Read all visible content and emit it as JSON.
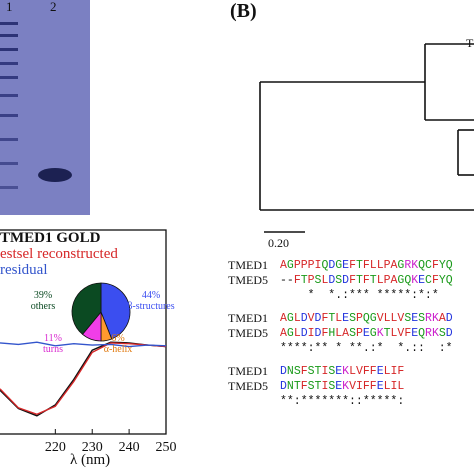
{
  "panelA": {
    "lane_labels": [
      "1",
      "2"
    ]
  },
  "panelB": {
    "label": "(B)",
    "tree_leaf_label": "T",
    "scale_label": "0.20",
    "alignment": [
      {
        "names": [
          "TMED1",
          "TMED5"
        ],
        "rows": [
          "AGPPPIQDGEFTFLLPAGRKQCFYQ",
          "--FTPSLDSDFTFTLPAGQKECFYQ"
        ],
        "conservation": "    *  *.:*** *****:*:*"
      },
      {
        "names": [
          "TMED1",
          "TMED5"
        ],
        "rows": [
          "AGLDVDFTLESPQGVLLVSESRKAD",
          "AGLDIDFHLASPEGKTLVFEQRKSD"
        ],
        "conservation": "****:** * **.:*  *.::  :*"
      },
      {
        "names": [
          "TMED1",
          "TMED5"
        ],
        "rows": [
          "DNSFSTISEKLVFFELIF",
          "DNTFSTISEKVIFFELIL"
        ],
        "conservation": "**:*******::*****:"
      }
    ]
  },
  "panelC": {
    "legend": [
      "TMED1 GOLD",
      "estsel reconstructed",
      "residual"
    ],
    "legend_colors": [
      "#111111",
      "#d62728",
      "#3355cc"
    ],
    "x_axis_label": "λ (nm)",
    "pie": [
      {
        "label": "β-structures",
        "percent": "44%",
        "value": 44,
        "color": "#3b4ef0"
      },
      {
        "label": "α-helix",
        "percent": "6%",
        "value": 6,
        "color": "#ff9a2e"
      },
      {
        "label": "turns",
        "percent": "11%",
        "value": 11,
        "color": "#f03ee8"
      },
      {
        "label": "others",
        "percent": "39%",
        "value": 39,
        "color": "#0b4a22"
      }
    ]
  },
  "chart_data": {
    "type": "line",
    "x": [
      205,
      210,
      215,
      220,
      225,
      230,
      235,
      240,
      245,
      250
    ],
    "xlim": [
      205,
      250
    ],
    "xticks": [
      "220",
      "230",
      "240",
      "250"
    ],
    "xlabel": "λ (nm)",
    "series": [
      {
        "name": "TMED1 GOLD",
        "values": [
          -0.6,
          -0.85,
          -0.95,
          -0.8,
          -0.45,
          -0.05,
          0.06,
          0.05,
          0.02,
          0.0
        ]
      },
      {
        "name": "estsel reconstructed",
        "values": [
          -0.58,
          -0.84,
          -0.93,
          -0.82,
          -0.48,
          -0.08,
          0.05,
          0.04,
          0.02,
          0.0
        ]
      },
      {
        "name": "residual",
        "values": [
          0.05,
          0.03,
          0.06,
          0.01,
          0.04,
          0.02,
          0.03,
          0.0,
          0.02,
          0.01
        ]
      }
    ],
    "series_colors": [
      "#111111",
      "#d62728",
      "#3355cc"
    ]
  }
}
